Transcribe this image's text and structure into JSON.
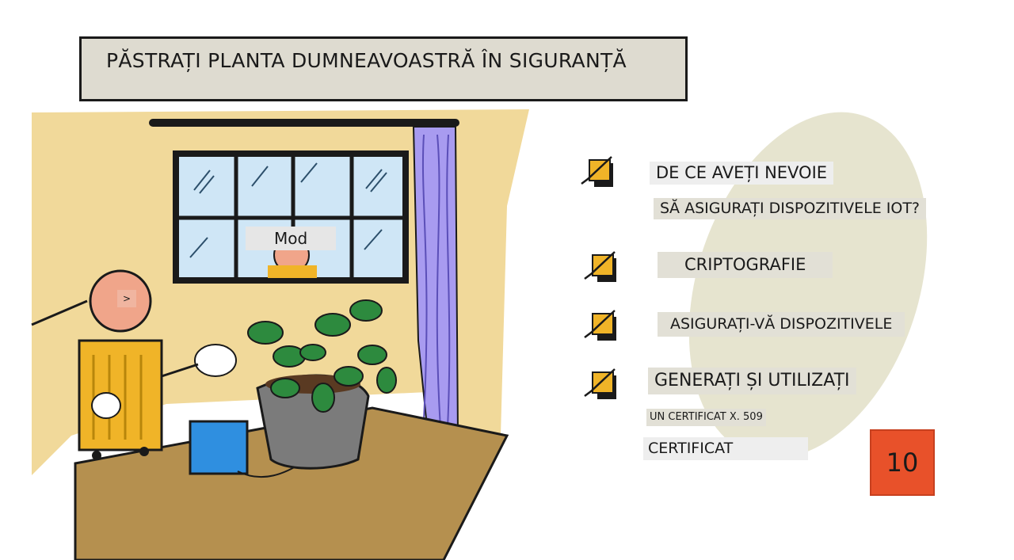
{
  "title": "PĂSTRAȚI PLANTA DUMNEAVOASTRĂ ÎN SIGURANȚĂ",
  "scene": {
    "window_label": "Mod",
    "face_mark": ">"
  },
  "checklist": {
    "item1_line1": "DE CE AVEȚI NEVOIE",
    "item1_line2": "SĂ ASIGURAȚI DISPOZITIVELE IOT?",
    "item2": "CRIPTOGRAFIE",
    "item3": "ASIGURAȚI-VĂ DISPOZITIVELE",
    "item4_line1": "GENERAȚI ȘI UTILIZAȚI",
    "item4_line2": "UN CERTIFICAT X. 509",
    "item4_line3": "CERTIFICAT"
  },
  "page_number": "10",
  "colors": {
    "wall": "#f1d99a",
    "shutters": "#f0b428",
    "curtain": "#a89bf0",
    "table": "#b5904f",
    "pot": "#7b7b7b",
    "box": "#2f8fe0",
    "leaves": "#2d8a3e",
    "badge": "#e8512a",
    "oval": "#e6e4cf"
  }
}
